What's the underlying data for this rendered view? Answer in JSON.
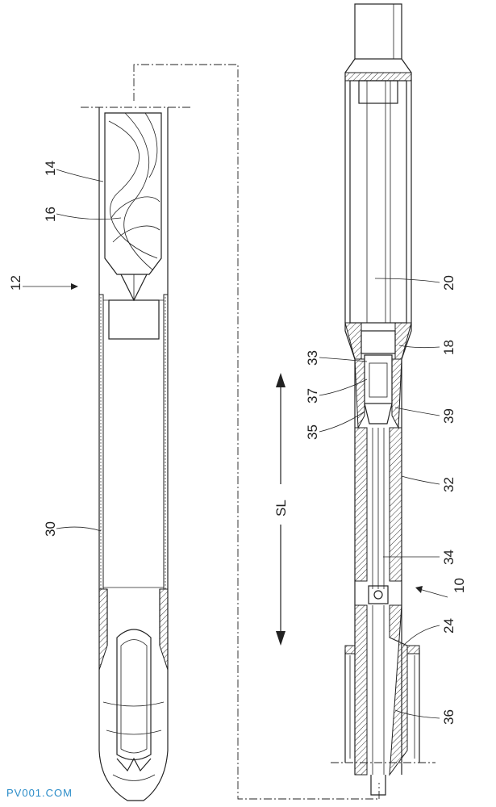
{
  "labels": {
    "l12": "12",
    "l14": "14",
    "l16": "16",
    "l30": "30",
    "l20": "20",
    "l18": "18",
    "l33": "33",
    "l37": "37",
    "l35": "35",
    "l39": "39",
    "lSL": "SL",
    "l32": "32",
    "l34": "34",
    "l10": "10",
    "l24": "24",
    "l36": "36"
  },
  "watermark": "PV001.COM",
  "colors": {
    "line": "#222222",
    "watermark": "#2a8cc8",
    "background": "#ffffff"
  }
}
